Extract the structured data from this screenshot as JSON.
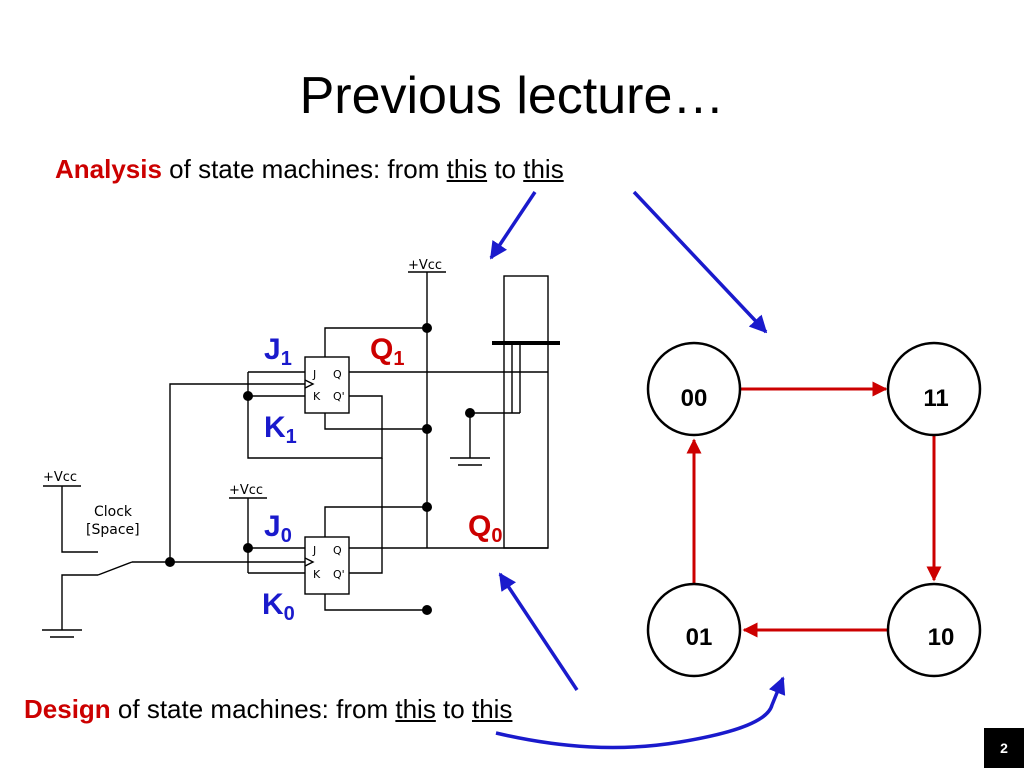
{
  "slide": {
    "title": "Previous lecture…",
    "page_number": "2"
  },
  "analysis_caption": {
    "keyword": "Analysis",
    "text": " of state machines: from ",
    "link1": "this",
    "mid": " to ",
    "link2": "this",
    "keyword_color": "#cc0000"
  },
  "design_caption": {
    "keyword": "Design",
    "text": " of state machines: from ",
    "link1": "this",
    "mid": " to ",
    "link2": "this",
    "keyword_color": "#cc0000"
  },
  "circuit": {
    "vcc_label": "+Vcc",
    "clock_label_line1": "Clock",
    "clock_label_line2": "[Space]",
    "ff_pins": {
      "j": "J",
      "k": "K",
      "q": "Q",
      "qbar": "Q'"
    },
    "pins": {
      "j1": {
        "letter": "J",
        "sub": "1",
        "color": "#1a1acc"
      },
      "k1": {
        "letter": "K",
        "sub": "1",
        "color": "#1a1acc"
      },
      "q1": {
        "letter": "Q",
        "sub": "1",
        "color": "#cc0000"
      },
      "j0": {
        "letter": "J",
        "sub": "0",
        "color": "#1a1acc"
      },
      "k0": {
        "letter": "K",
        "sub": "0",
        "color": "#1a1acc"
      },
      "q0": {
        "letter": "Q",
        "sub": "0",
        "color": "#cc0000"
      }
    }
  },
  "state_diagram": {
    "states": [
      "00",
      "11",
      "10",
      "01"
    ],
    "transitions": [
      {
        "from": "00",
        "to": "11"
      },
      {
        "from": "11",
        "to": "10"
      },
      {
        "from": "10",
        "to": "01"
      },
      {
        "from": "01",
        "to": "00"
      }
    ],
    "transition_color": "#cc0000"
  },
  "pointer_color": "#1a1acc"
}
